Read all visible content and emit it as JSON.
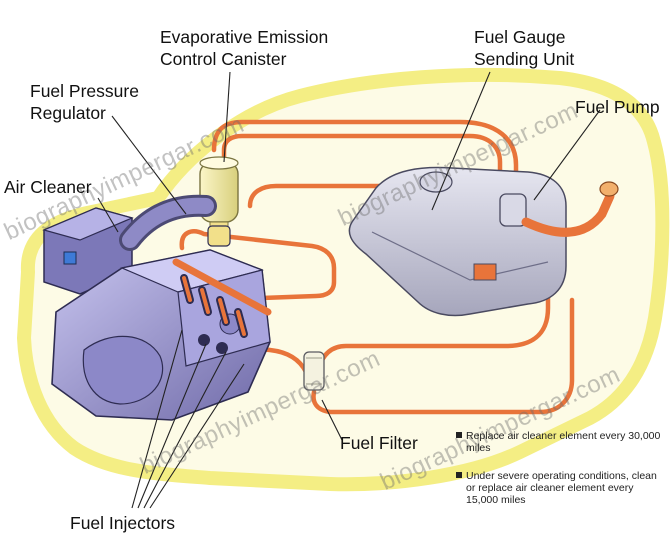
{
  "labels": {
    "evap_canister": "Evaporative Emission\nControl Canister",
    "fuel_gauge": "Fuel Gauge\nSending Unit",
    "fuel_pressure": "Fuel Pressure\nRegulator",
    "fuel_pump": "Fuel Pump",
    "air_cleaner": "Air Cleaner",
    "fuel_filter": "Fuel Filter",
    "fuel_injectors": "Fuel Injectors"
  },
  "notes": [
    "Replace air cleaner element every 30,000 miles",
    "Under severe operating conditions, clean or replace air cleaner element every 15,000 miles"
  ],
  "watermark": "biographyimpergar.com",
  "colors": {
    "car_outline": "#f4ee84",
    "fuel_line": "#e8743a",
    "engine": "#9a96d6",
    "tank": "#c9c9da"
  }
}
